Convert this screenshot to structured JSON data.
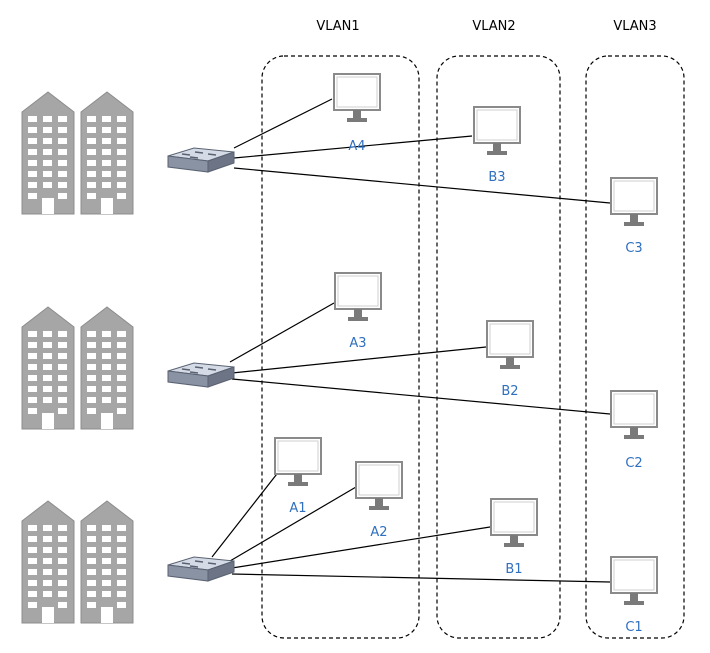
{
  "colors": {
    "label_blue": "#2f6fbf",
    "building_gray": "#a6a6a6",
    "line_black": "#000000"
  },
  "vlans": [
    {
      "id": "vlan1",
      "title": "VLAN1"
    },
    {
      "id": "vlan2",
      "title": "VLAN2"
    },
    {
      "id": "vlan3",
      "title": "VLAN3"
    }
  ],
  "computers": [
    {
      "id": "A4",
      "label": "A4",
      "vlan": "VLAN1",
      "switch": "switch-1"
    },
    {
      "id": "B3",
      "label": "B3",
      "vlan": "VLAN2",
      "switch": "switch-1"
    },
    {
      "id": "C3",
      "label": "C3",
      "vlan": "VLAN3",
      "switch": "switch-1"
    },
    {
      "id": "A3",
      "label": "A3",
      "vlan": "VLAN1",
      "switch": "switch-2"
    },
    {
      "id": "B2",
      "label": "B2",
      "vlan": "VLAN2",
      "switch": "switch-2"
    },
    {
      "id": "C2",
      "label": "C2",
      "vlan": "VLAN3",
      "switch": "switch-2"
    },
    {
      "id": "A1",
      "label": "A1",
      "vlan": "VLAN1",
      "switch": "switch-3"
    },
    {
      "id": "A2",
      "label": "A2",
      "vlan": "VLAN1",
      "switch": "switch-3"
    },
    {
      "id": "B1",
      "label": "B1",
      "vlan": "VLAN2",
      "switch": "switch-3"
    },
    {
      "id": "C1",
      "label": "C1",
      "vlan": "VLAN3",
      "switch": "switch-3"
    }
  ],
  "switches": [
    {
      "id": "switch-1",
      "building": "building-1",
      "icon": "network-switch-icon"
    },
    {
      "id": "switch-2",
      "building": "building-2",
      "icon": "network-switch-icon"
    },
    {
      "id": "switch-3",
      "building": "building-3",
      "icon": "network-switch-icon"
    }
  ],
  "buildings": [
    {
      "id": "building-1",
      "icon": "office-building-icon"
    },
    {
      "id": "building-2",
      "icon": "office-building-icon"
    },
    {
      "id": "building-3",
      "icon": "office-building-icon"
    }
  ]
}
